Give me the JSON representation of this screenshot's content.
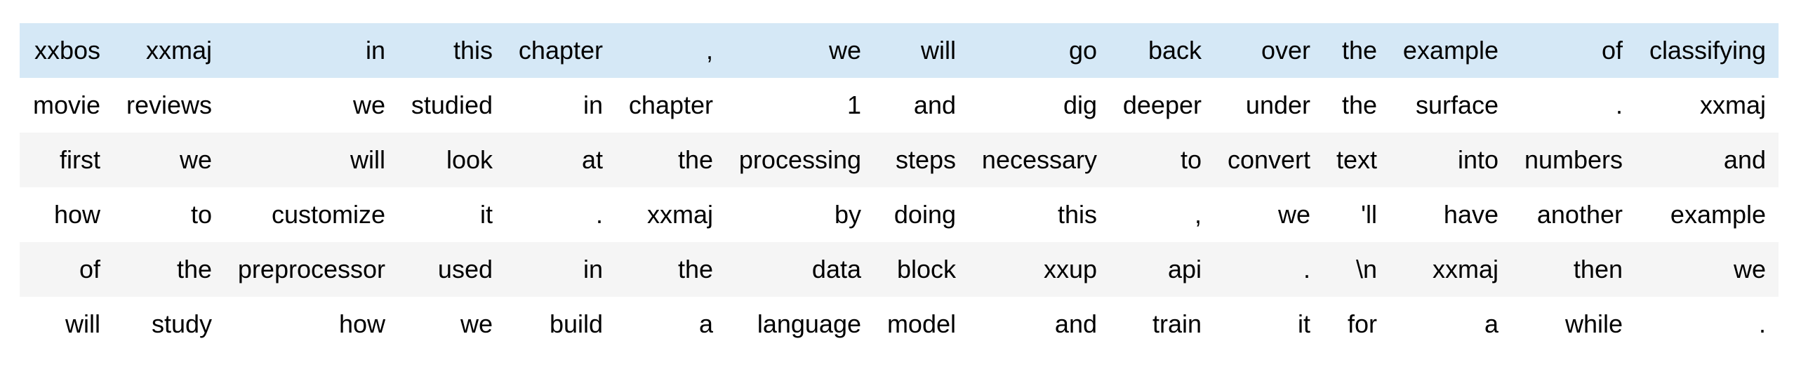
{
  "table": {
    "kind": "tokenized-text-grid",
    "highlighted_row_index": 0,
    "num_rows": 6,
    "num_cols": 15,
    "rows": [
      [
        "xxbos",
        "xxmaj",
        "in",
        "this",
        "chapter",
        ",",
        "we",
        "will",
        "go",
        "back",
        "over",
        "the",
        "example",
        "of",
        "classifying"
      ],
      [
        "movie",
        "reviews",
        "we",
        "studied",
        "in",
        "chapter",
        "1",
        "and",
        "dig",
        "deeper",
        "under",
        "the",
        "surface",
        ".",
        "xxmaj"
      ],
      [
        "first",
        "we",
        "will",
        "look",
        "at",
        "the",
        "processing",
        "steps",
        "necessary",
        "to",
        "convert",
        "text",
        "into",
        "numbers",
        "and"
      ],
      [
        "how",
        "to",
        "customize",
        "it",
        ".",
        "xxmaj",
        "by",
        "doing",
        "this",
        ",",
        "we",
        "'ll",
        "have",
        "another",
        "example"
      ],
      [
        "of",
        "the",
        "preprocessor",
        "used",
        "in",
        "the",
        "data",
        "block",
        "xxup",
        "api",
        ".",
        "\\n",
        "xxmaj",
        "then",
        "we"
      ],
      [
        "will",
        "study",
        "how",
        "we",
        "build",
        "a",
        "language",
        "model",
        "and",
        "train",
        "it",
        "for",
        "a",
        "while",
        "."
      ]
    ],
    "colors": {
      "highlight_row_bg": "#d5e8f6",
      "stripe_row_bg": "#f5f5f5",
      "default_row_bg": "#ffffff",
      "text": "#000000"
    }
  }
}
